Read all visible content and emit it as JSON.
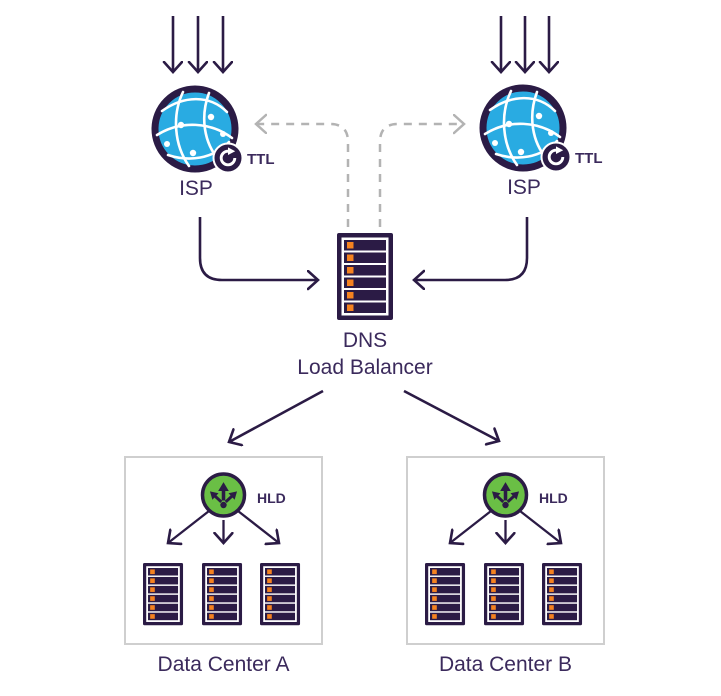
{
  "diagram": {
    "type": "dns-load-balancing-architecture",
    "colors": {
      "purple_dark": "#2b1b45",
      "text_purple": "#3b2a5c",
      "globe_blue": "#29abe2",
      "hld_green": "#6abf45",
      "slot_orange": "#f58220",
      "dashed_gray": "#b3b3b3",
      "box_border": "#cfcfcf",
      "background": "#ffffff"
    },
    "isp_left": {
      "label": "ISP",
      "badge": "TTL"
    },
    "isp_right": {
      "label": "ISP",
      "badge": "TTL"
    },
    "load_balancer": {
      "label_line1": "DNS",
      "label_line2": "Load Balancer"
    },
    "data_center_a": {
      "label": "Data Center A",
      "badge": "HLD",
      "server_count": 3
    },
    "data_center_b": {
      "label": "Data Center B",
      "badge": "HLD",
      "server_count": 3
    },
    "icons": {
      "globe": "globe-network-icon",
      "ttl": "ttl-refresh-icon",
      "server": "server-stack-icon",
      "hld": "hld-distributor-icon"
    }
  }
}
